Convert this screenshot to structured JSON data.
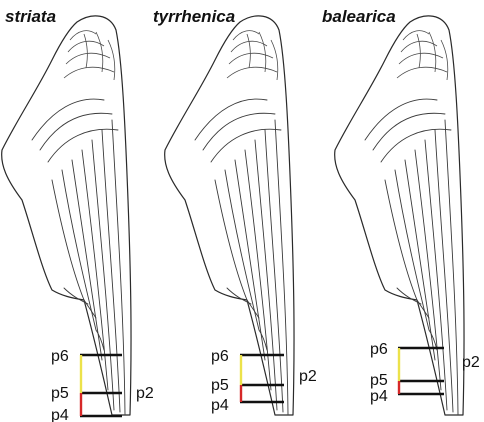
{
  "panels": [
    {
      "title": "striata",
      "labels": {
        "p6": "p6",
        "p5": "p5",
        "p4": "p4",
        "p2": "p2"
      }
    },
    {
      "title": "tyrrhenica",
      "labels": {
        "p6": "p6",
        "p5": "p5",
        "p4": "p4",
        "p2": "p2"
      }
    },
    {
      "title": "balearica",
      "labels": {
        "p6": "p6",
        "p5": "p5",
        "p4": "p4",
        "p2": "p2"
      }
    }
  ],
  "colors": {
    "wing_outline": "#2a2a2a",
    "measure_bar": "#111111",
    "segment_p6_p5": "#ece24a",
    "segment_p5_p4": "#d62828"
  }
}
